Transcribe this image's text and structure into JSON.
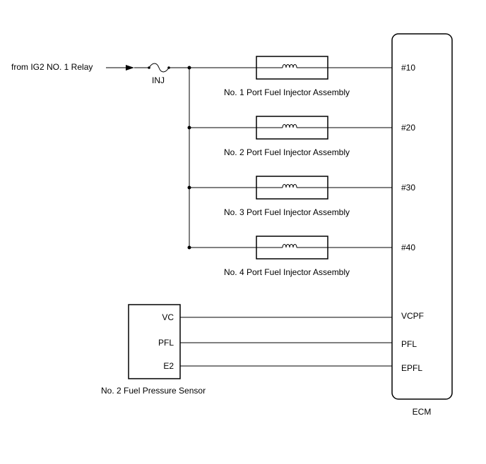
{
  "source": {
    "label": "from IG2 NO. 1 Relay",
    "fuse_label": "INJ"
  },
  "injectors": [
    {
      "label": "No. 1 Port Fuel Injector Assembly",
      "terminal": "#10"
    },
    {
      "label": "No. 2 Port Fuel Injector Assembly",
      "terminal": "#20"
    },
    {
      "label": "No. 3 Port Fuel Injector Assembly",
      "terminal": "#30"
    },
    {
      "label": "No. 4 Port Fuel Injector Assembly",
      "terminal": "#40"
    }
  ],
  "sensor": {
    "label": "No. 2 Fuel Pressure Sensor",
    "pins": [
      {
        "name": "VC",
        "ecm_terminal": "VCPF"
      },
      {
        "name": "PFL",
        "ecm_terminal": "PFL"
      },
      {
        "name": "E2",
        "ecm_terminal": "EPFL"
      }
    ]
  },
  "ecm": {
    "label": "ECM"
  }
}
